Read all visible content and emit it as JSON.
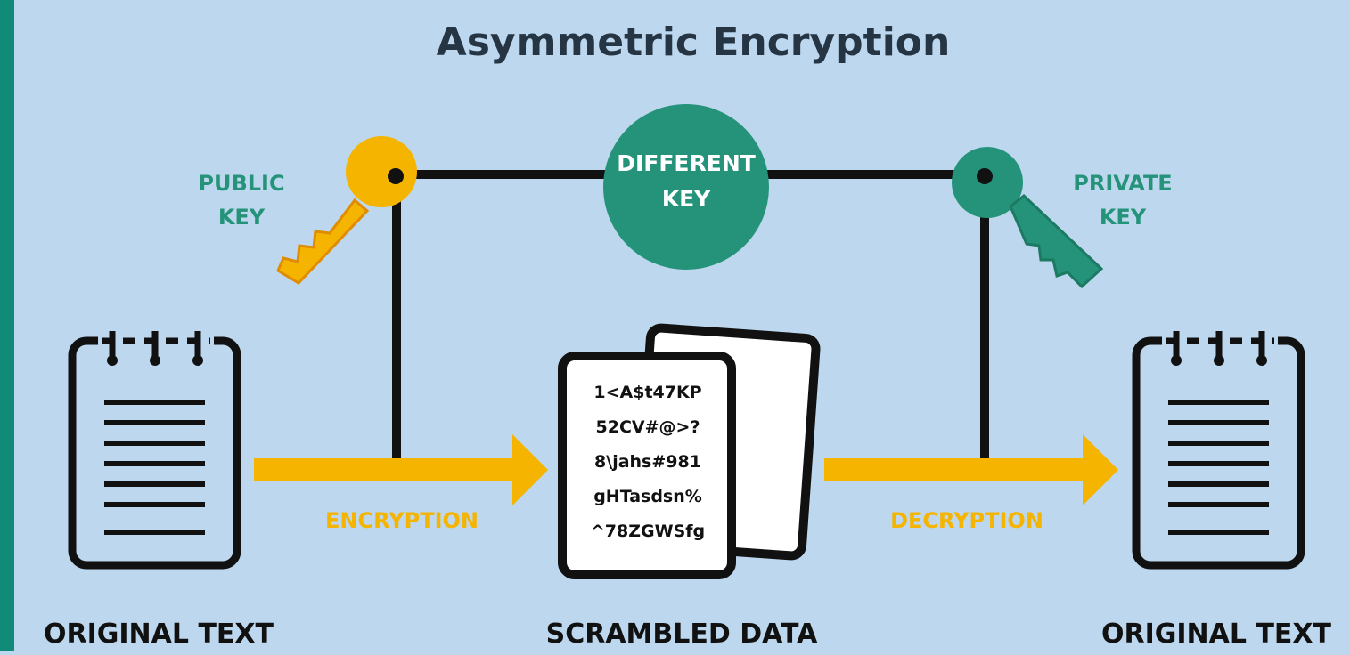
{
  "title": "Asymmetric Encryption",
  "center_key": {
    "line1": "DIFFERENT",
    "line2": "KEY"
  },
  "public_key": {
    "line1": "PUBLIC",
    "line2": "KEY"
  },
  "private_key": {
    "line1": "PRIVATE",
    "line2": "KEY"
  },
  "encryption_label": "ENCRYPTION",
  "decryption_label": "DECRYPTION",
  "scrambled_lines": [
    "1<A$t47KP",
    "52CV#@>?",
    "8\\jahs#981",
    "gHTasdsn%",
    "^78ZGWSfg"
  ],
  "captions": {
    "left": "ORIGINAL TEXT",
    "middle": "SCRAMBLED DATA",
    "right": "ORIGINAL TEXT"
  },
  "colors": {
    "background": "#bdd8ee",
    "teal": "#259379",
    "yellow": "#f5b400",
    "black": "#111111",
    "edge_bar": "#118a78"
  }
}
